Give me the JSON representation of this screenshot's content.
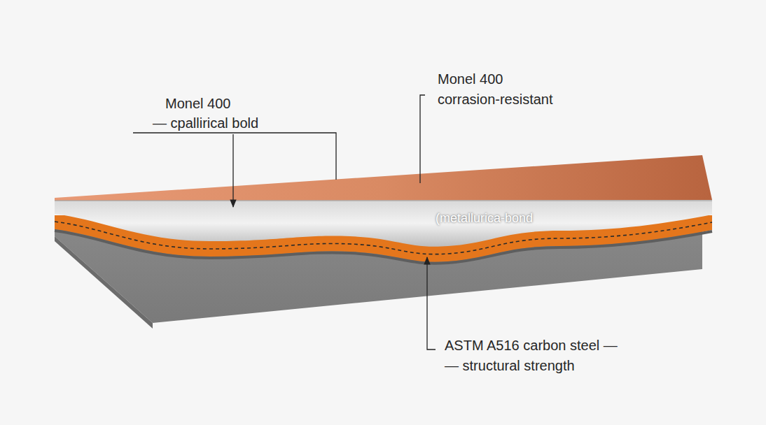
{
  "diagram": {
    "labels": [
      "Monel 400",
      "— cpallirical bold",
      "Monel 400",
      "corrasion-resistant",
      "(metallurica-bond",
      "ASTM A516 carbon steel —",
      "— structural strength"
    ]
  }
}
